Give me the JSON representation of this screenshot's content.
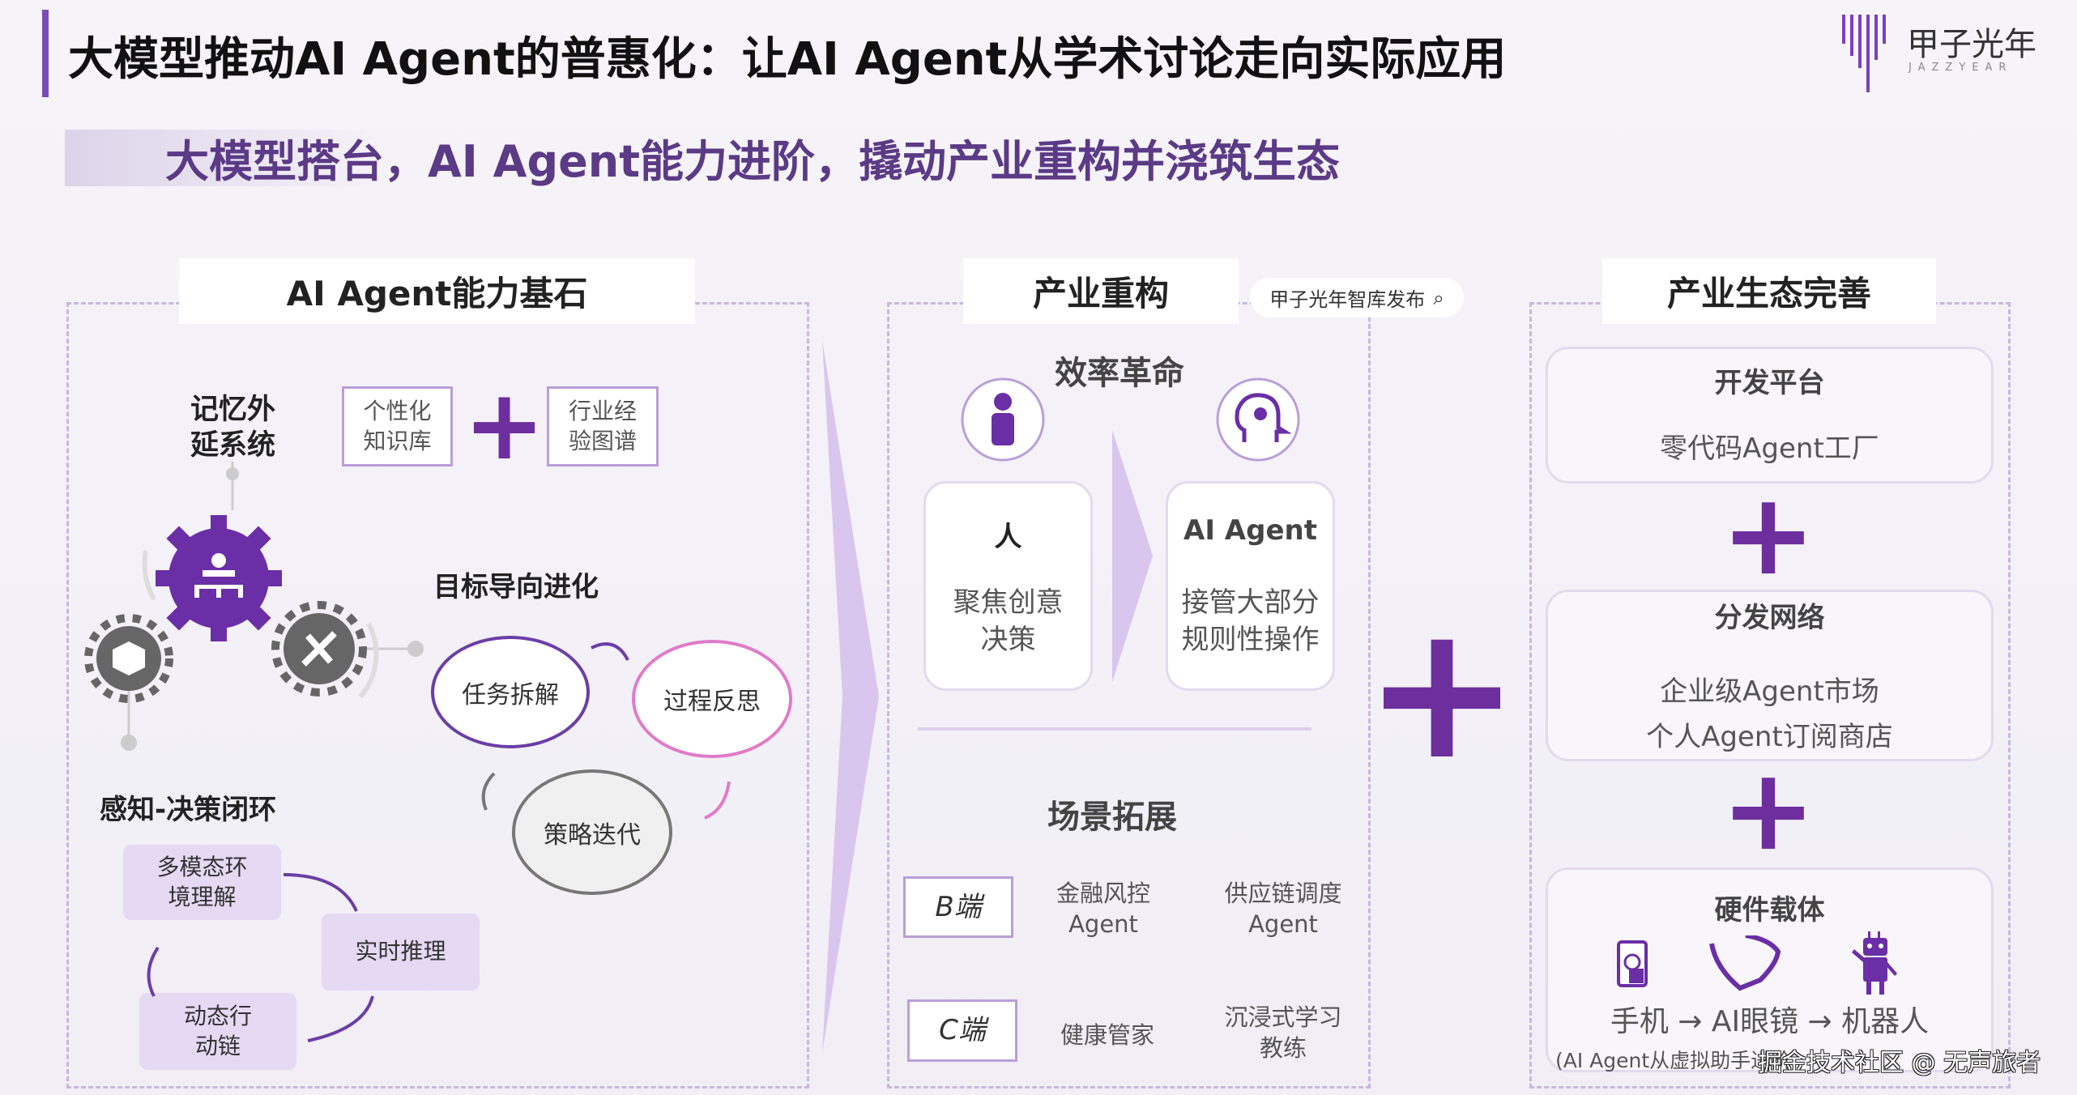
{
  "header": {
    "title": "大模型推动AI Agent的普惠化：让AI Agent从学术讨论走向实际应用",
    "subtitle": "大模型搭台，AI Agent能力进阶，撬动产业重构并浇筑生态",
    "logo_text": "甲子光年",
    "logo_sub": "JAZZYEAR"
  },
  "panel_foundation": {
    "title": "AI Agent能力基石",
    "memory_label": "记忆外延系统",
    "memory_items": [
      "个性化知识库",
      "行业经验图谱"
    ],
    "goal_label": "目标导向进化",
    "goal_bubbles": [
      "任务拆解",
      "过程反思",
      "策略迭代"
    ],
    "loop_label": "感知-决策闭环",
    "loop_items": [
      "多模态环境理解",
      "实时推理",
      "动态行动链"
    ]
  },
  "panel_industry": {
    "title": "产业重构",
    "search_pill": "甲子光年智库发布",
    "efficiency_title": "效率革命",
    "human": {
      "title": "人",
      "desc": "聚焦创意决策"
    },
    "agent": {
      "title": "AI Agent",
      "desc": "接管大部分规则性操作"
    },
    "scene_title": "场景拓展",
    "b_label": "B端",
    "b_items": [
      "金融风控Agent",
      "供应链调度Agent"
    ],
    "c_label": "C端",
    "c_items": [
      "健康管家",
      "沉浸式学习教练"
    ]
  },
  "panel_ecosystem": {
    "title": "产业生态完善",
    "dev": {
      "title": "开发平台",
      "desc": "零代码Agent工厂"
    },
    "dist": {
      "title": "分发网络",
      "lines": [
        "企业级Agent市场",
        "个人Agent订阅商店"
      ]
    },
    "hw": {
      "title": "硬件载体",
      "chain": "手机 → AI眼镜 → 机器人",
      "note": "(AI Agent从虚拟助手进阶"
    }
  },
  "watermark": "掘金技术社区 @ 无声旅者",
  "colors": {
    "accent": "#6d2e9e",
    "title_purple": "#5b3a86",
    "dashed": "#c8b7df"
  }
}
